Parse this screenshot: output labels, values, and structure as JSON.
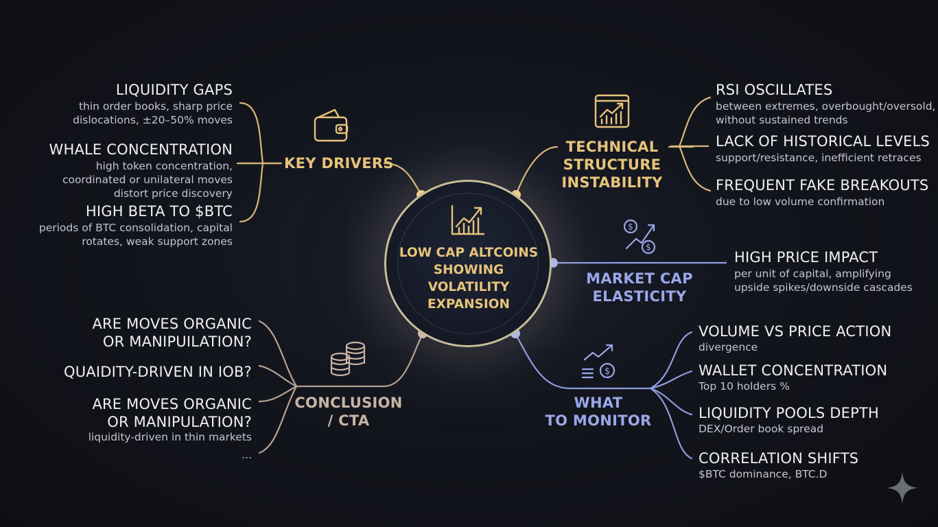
{
  "center": {
    "title": "LOW CAP ALTCOINS SHOWING VOLATILITY EXPANSION",
    "icon": "chart-growth-icon"
  },
  "key_drivers": {
    "label": "KEY DRIVERS",
    "icon": "wallet-icon",
    "items": [
      {
        "title": "LIQUIDITY GAPS",
        "desc": [
          "thin order books, sharp price",
          "dislocations, ±20–50% moves"
        ]
      },
      {
        "title": "WHALE CONCENTRATION",
        "desc": [
          "high token concentration,",
          "coordinated or unilateral moves",
          "distort price discovery"
        ]
      },
      {
        "title": "HIGH BETA TO $BTC",
        "desc": [
          "periods of BTC consolidation, capital",
          "rotates, weak support zones"
        ]
      }
    ]
  },
  "technical": {
    "label": [
      "TECHNICAL",
      "STRUCTURE",
      "INSTABILITY"
    ],
    "icon": "chart-window-icon",
    "items": [
      {
        "title": "RSI OSCILLATES",
        "desc": [
          "between extremes, overbought/oversold,",
          "without sustained trends"
        ]
      },
      {
        "title": "LACK OF HISTORICAL LEVELS",
        "desc": [
          "support/resistance, inefficient retraces"
        ]
      },
      {
        "title": "FREQUENT FAKE BREAKOUTS",
        "desc": [
          "due to low volume confirmation"
        ]
      }
    ]
  },
  "market_cap": {
    "label": [
      "MARKET CAP",
      "ELASTICITY"
    ],
    "icon": "dollar-trend-icon",
    "items": [
      {
        "title": "HIGH PRICE IMPACT",
        "desc": [
          "per unit of capital, amplifying",
          "upside spikes/downside cascades"
        ]
      }
    ]
  },
  "conclusion": {
    "label": [
      "CONCLUSION",
      "/ CTA"
    ],
    "icon": "coins-stack-icon",
    "items": [
      {
        "title": [
          "ARE MOVES ORGANIC",
          "OR MANIPUILATION?"
        ]
      },
      {
        "title": [
          "QUAIDITY-DRIVEN IN IOB?"
        ]
      },
      {
        "title": [
          "ARE MOVES ORGANIC",
          "OR MANIPULATION?"
        ],
        "desc": [
          "liquidity-driven in thin markets",
          "..."
        ]
      }
    ]
  },
  "monitor": {
    "label": [
      "WHAT",
      "TO MONITOR"
    ],
    "icon": "money-growth-icon",
    "items": [
      {
        "title": "VOLUME VS PRICE ACTION",
        "desc": [
          "divergence"
        ]
      },
      {
        "title": "WALLET CONCENTRATION",
        "desc": [
          "Top 10 holders %"
        ]
      },
      {
        "title": "LIQUIDITY POOLS DEPTH",
        "desc": [
          "DEX/Order book spread"
        ]
      },
      {
        "title": "CORRELATION SHIFTS",
        "desc": [
          "$BTC dominance, BTC.D"
        ]
      }
    ]
  },
  "colors": {
    "gold": "#e7c47a",
    "blue": "#9aa7e8",
    "taupe": "#c9b4a3",
    "background": "#13151d"
  },
  "watermark_icon": "sparkle-icon"
}
